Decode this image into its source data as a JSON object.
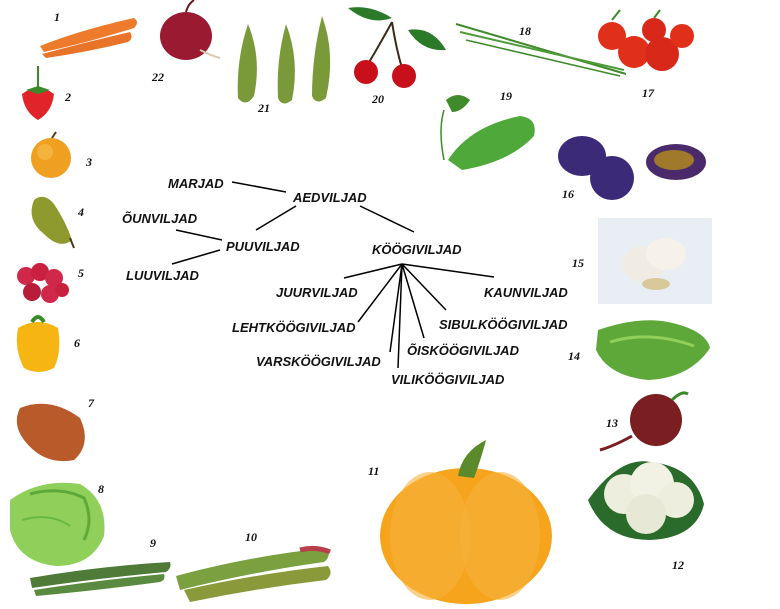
{
  "terms": {
    "aedviljad": "AEDVILJAD",
    "marjad": "MARJAD",
    "puuviljad": "PUUVILJAD",
    "ounviljad": "ÕUNVILJAD",
    "luuviljad": "LUUVILJAD",
    "koogiviljad": "KÖÖGIVILJAD",
    "juurviljad": "JUURVILJAD",
    "lehtkoogiviljad": "LEHTKÖÖGIVILJAD",
    "varskoogiviljad": "VARSKÖÖGIVILJAD",
    "vilikoogiviljad": "VILIKÖÖGIVILJAD",
    "oiskoogiviljad": "ÕISKÖÖGIVILJAD",
    "sibulkoogiviljad": "SIBULKÖÖGIVILJAD",
    "kaunviljad": "KAUNVILJAD"
  },
  "items": {
    "n1": "1",
    "n2": "2",
    "n3": "3",
    "n4": "4",
    "n5": "5",
    "n6": "6",
    "n7": "7",
    "n8": "8",
    "n9": "9",
    "n10": "10",
    "n11": "11",
    "n12": "12",
    "n13": "13",
    "n14": "14",
    "n15": "15",
    "n16": "16",
    "n17": "17",
    "n18": "18",
    "n19": "19",
    "n20": "20",
    "n21": "21",
    "n22": "22"
  },
  "colors": {
    "carrot": "#ee7a2c",
    "strawberry": "#e0242a",
    "apple": "#f0a020",
    "pear": "#8f9a2e",
    "raspberry": "#d0284a",
    "pepper": "#f6b512",
    "sweet_potato": "#b85a2a",
    "cabbage": "#8fcf5a",
    "beans": "#4f7a38",
    "rhubarb": "#7aa040",
    "pumpkin": "#f5a41c",
    "cauliflower": "#eeeede",
    "beet": "#7a1e22",
    "lettuce": "#5ea83a",
    "garlic": "#f0ece4",
    "plum": "#3a2a78",
    "tomato": "#e0301a",
    "cucumber": "#4fa83a",
    "cherry": "#c8101a",
    "peas": "#7a9a3a",
    "onion": "#9a1a32",
    "chives": "#3f8a2a"
  }
}
